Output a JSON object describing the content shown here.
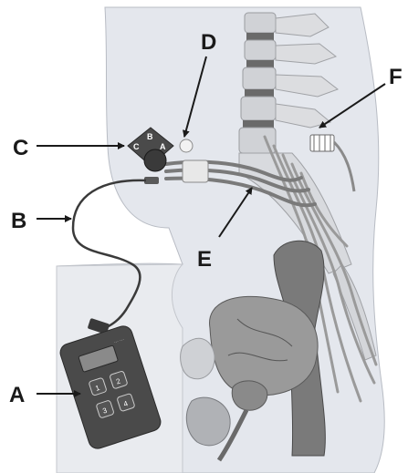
{
  "labels": {
    "a": "A",
    "b": "B",
    "c": "C",
    "d": "D",
    "e": "E",
    "f": "F"
  },
  "connector_letters": [
    "C",
    "B",
    "A"
  ],
  "controller": {
    "buttons": [
      "1",
      "2",
      "3",
      "4"
    ]
  },
  "colors": {
    "body": "#e4e7ed",
    "organ": "#8d8d8d",
    "nerve": "#9a9a9a",
    "device": "#4a4a4a",
    "arrow": "#1a1a1a"
  }
}
